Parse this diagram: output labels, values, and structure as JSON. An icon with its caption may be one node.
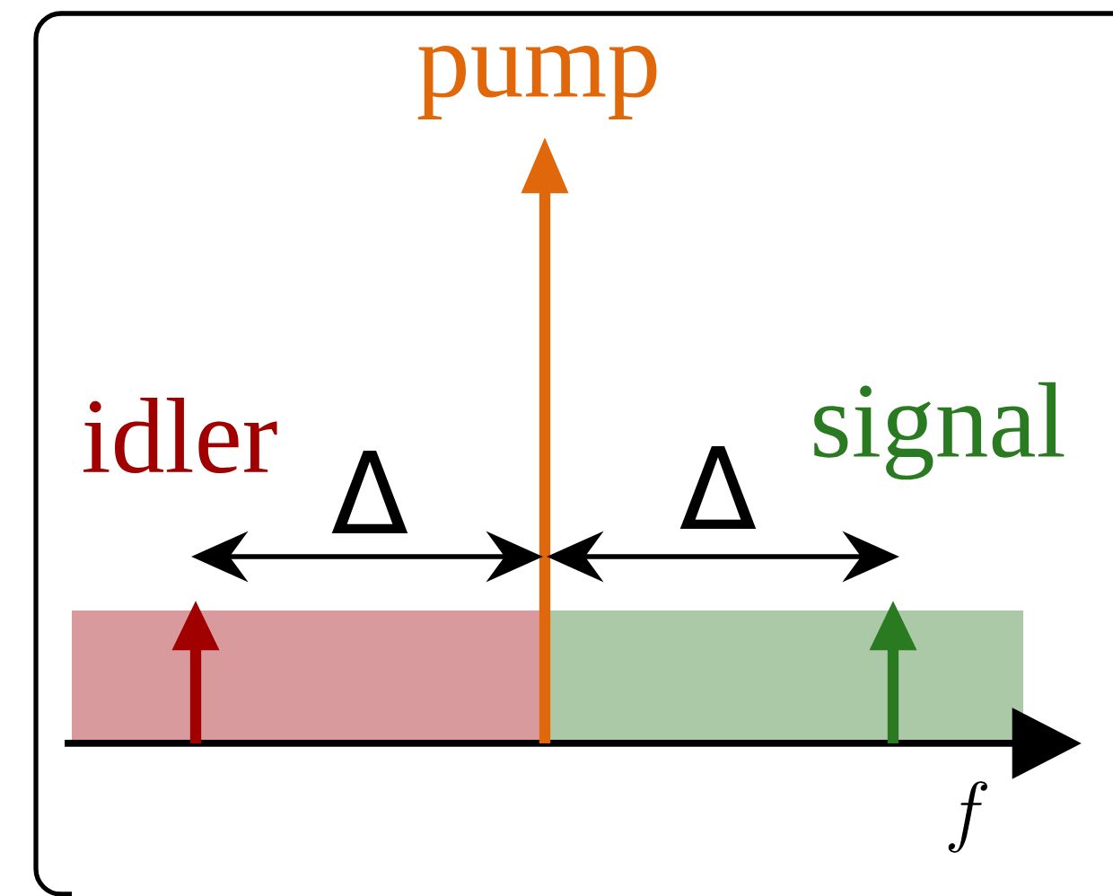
{
  "diagram": {
    "labels": [
      "pump",
      "idler",
      "signal",
      "Δ",
      "Δ",
      "f"
    ]
  }
}
